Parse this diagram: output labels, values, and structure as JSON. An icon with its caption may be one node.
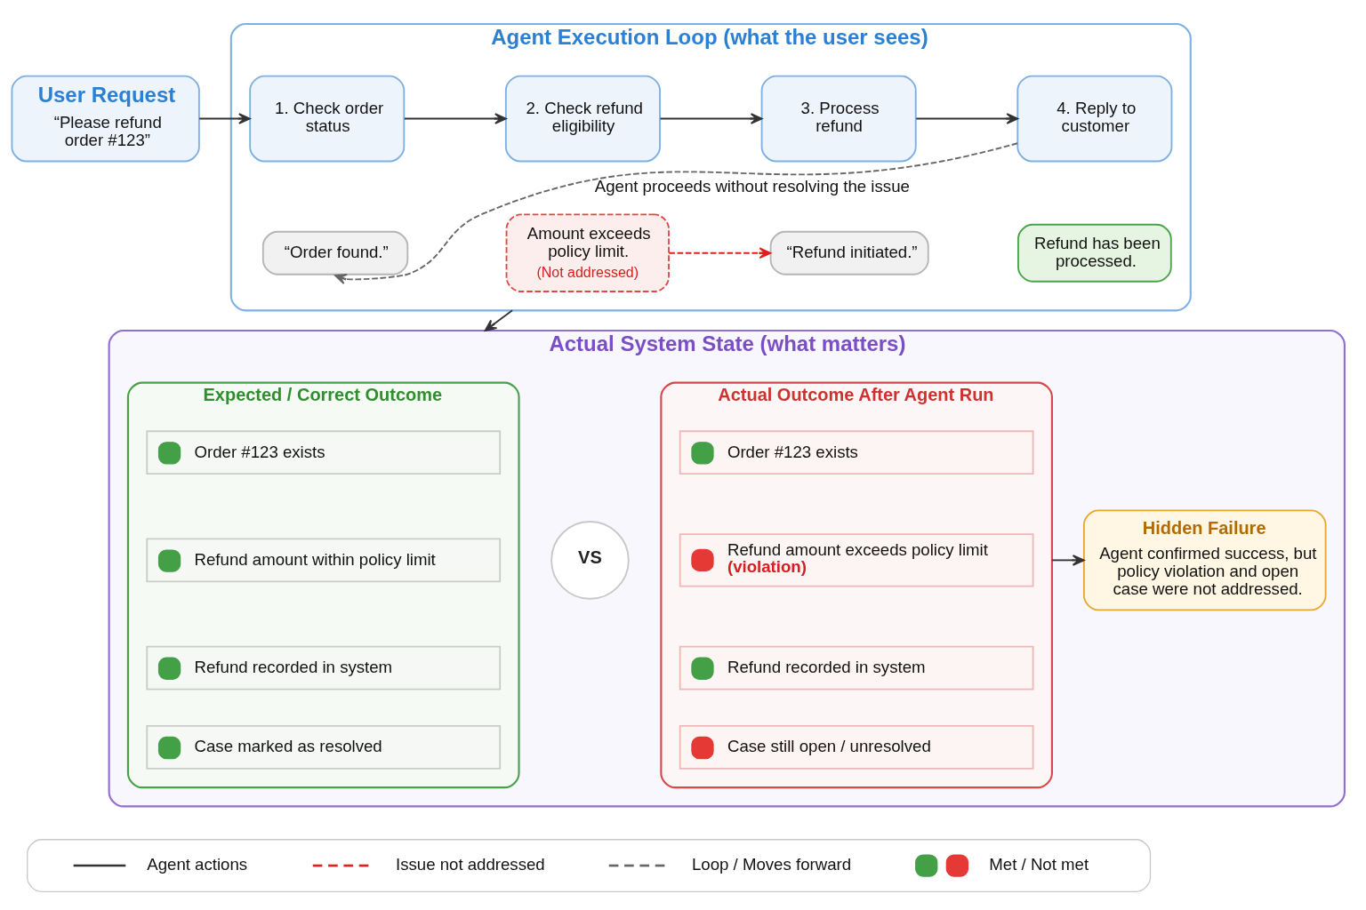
{
  "diagram": {
    "nodes": [
      {
        "text": [
          "User Request",
          "“Please refund order #123”"
        ]
      },
      {
        "text": [
          "Agent Execution Loop (what the user sees)"
        ]
      },
      {
        "text": [
          "1. Check order status"
        ],
        "in": 1
      },
      {
        "text": [
          "2. Check refund eligibility"
        ],
        "in": 1
      },
      {
        "text": [
          "3. Process refund"
        ],
        "in": 1
      },
      {
        "text": [
          "4. Reply to customer"
        ],
        "in": 1
      },
      {
        "text": [
          "“Order found.”"
        ],
        "in": 1
      },
      {
        "text": [
          "Amount exceeds policy limit.",
          "(Not addressed)"
        ],
        "in": 1
      },
      {
        "text": [
          "“Refund initiated.”"
        ],
        "in": 1
      },
      {
        "text": [
          "Refund has been processed."
        ],
        "in": 1
      },
      {
        "text": [
          "Actual System State (what matters)"
        ]
      },
      {
        "text": [
          "Expected / Correct Outcome"
        ],
        "in": 10
      },
      {
        "text": [
          "Order #123 exists"
        ],
        "in": 11
      },
      {
        "text": [
          "Refund amount within policy limit"
        ],
        "in": 11
      },
      {
        "text": [
          "Refund recorded in system"
        ],
        "in": 11
      },
      {
        "text": [
          "Case marked as resolved"
        ],
        "in": 11
      },
      {
        "text": [
          "VS"
        ],
        "in": 10
      },
      {
        "text": [
          "Actual Outcome After Agent Run"
        ],
        "in": 10
      },
      {
        "text": [
          "Order #123 exists"
        ],
        "in": 17
      },
      {
        "text": [
          "Refund amount exceeds policy limit",
          "(violation)"
        ],
        "in": 17
      },
      {
        "text": [
          "Refund recorded in system"
        ],
        "in": 17
      },
      {
        "text": [
          "Case still open / unresolved"
        ],
        "in": 17
      },
      {
        "text": [
          "Hidden Failure",
          "Agent confirmed success, but policy violation and open case were not addressed."
        ],
        "in": 10
      }
    ],
    "edges": [
      {
        "from": 0,
        "to": 2,
        "arrow": "to"
      },
      {
        "from": 2,
        "to": 3,
        "arrow": "to"
      },
      {
        "from": 3,
        "to": 4,
        "arrow": "to"
      },
      {
        "from": 4,
        "to": 5,
        "arrow": "to"
      },
      {
        "from": 7,
        "to": 8,
        "arrow": "to",
        "style": "dashed",
        "color": "#e02020"
      },
      {
        "from": 5,
        "to": 6,
        "arrow": "to",
        "style": "dashed",
        "color": "#666666",
        "label": "Agent proceeds without resolving the issue"
      },
      {
        "from": 1,
        "to": 10,
        "arrow": "to"
      },
      {
        "from": 17,
        "to": 22,
        "arrow": "to"
      }
    ],
    "legend": [
      {
        "text": "Agent actions"
      },
      {
        "text": "Issue not addressed"
      },
      {
        "text": "Loop / Moves forward"
      },
      {
        "text": "Met / Not met"
      }
    ]
  }
}
